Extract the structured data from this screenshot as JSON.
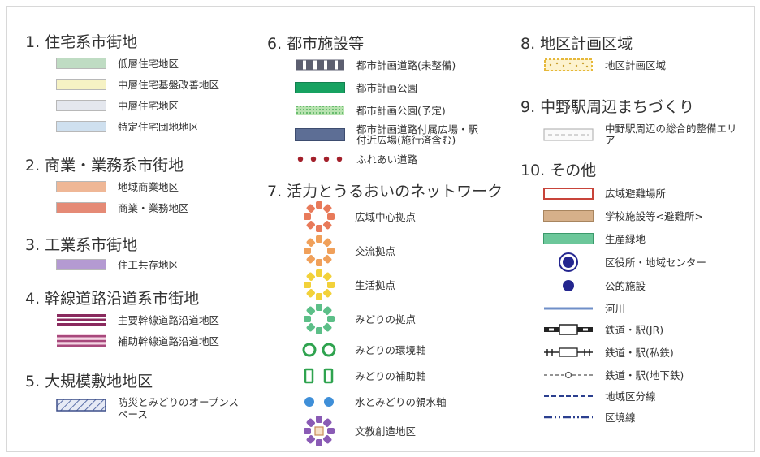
{
  "sections": {
    "s1": {
      "title": "1. 住宅系市街地",
      "items": [
        {
          "label": "低層住宅地区",
          "color": "#bfdcc3"
        },
        {
          "label": "中層住宅基盤改善地区",
          "color": "#f6f2c4"
        },
        {
          "label": "中層住宅地区",
          "color": "#e4e7ee"
        },
        {
          "label": "特定住宅団地地区",
          "color": "#cfe0ef"
        }
      ]
    },
    "s2": {
      "title": "2. 商業・業務系市街地",
      "items": [
        {
          "label": "地域商業地区",
          "color": "#efb796"
        },
        {
          "label": "商業・業務地区",
          "color": "#e58a76"
        }
      ]
    },
    "s3": {
      "title": "3. 工業系市街地",
      "items": [
        {
          "label": "住工共存地区",
          "color": "#b49ad2"
        }
      ]
    },
    "s4": {
      "title": "4. 幹線道路沿道系市街地",
      "items": [
        {
          "label": "主要幹線道路沿道地区",
          "color": "#8a2a5e"
        },
        {
          "label": "補助幹線道路沿道地区",
          "color": "#a8487c"
        }
      ]
    },
    "s5": {
      "title": "5. 大規模敷地地区",
      "items": [
        {
          "label": "防災とみどりのオープンスペース",
          "color": "#5b6fa8"
        }
      ]
    },
    "s6": {
      "title": "6. 都市施設等",
      "items": [
        {
          "label": "都市計画道路(未整備)",
          "color": "#5c5f70"
        },
        {
          "label": "都市計画公園",
          "color": "#17a261"
        },
        {
          "label": "都市計画公園(予定)",
          "color": "#8fd08a"
        },
        {
          "label": "都市計画道路付属広場・駅付近広場(施行済含む)",
          "color": "#5d6e95"
        },
        {
          "label": "ふれあい道路",
          "color": "#a3202b"
        }
      ]
    },
    "s7": {
      "title": "7. 活力とうるおいのネットワーク",
      "items": [
        {
          "label": "広域中心拠点",
          "color": "#e87a5a",
          "icon": "wide-area-center-hub-icon"
        },
        {
          "label": "交流拠点",
          "color": "#f0a05a",
          "icon": "exchange-hub-icon"
        },
        {
          "label": "生活拠点",
          "color": "#f2d13a",
          "icon": "living-hub-icon"
        },
        {
          "label": "みどりの拠点",
          "color": "#5cbf88",
          "icon": "green-hub-icon"
        },
        {
          "label": "みどりの環境軸",
          "color": "#2fa34f",
          "icon": "green-environment-axis-icon"
        },
        {
          "label": "みどりの補助軸",
          "color": "#2fa34f",
          "icon": "green-auxiliary-axis-icon"
        },
        {
          "label": "水とみどりの親水軸",
          "color": "#3f8fd8",
          "icon": "waterfront-axis-icon"
        },
        {
          "label": "文教創造地区",
          "color": "#8a5bb5",
          "icon": "education-creation-district-icon"
        }
      ]
    },
    "s8": {
      "title": "8. 地区計画区域",
      "items": [
        {
          "label": "地区計画区域",
          "color": "#f1ce55"
        }
      ]
    },
    "s9": {
      "title": "9. 中野駅周辺まちづくり",
      "items": [
        {
          "label": "中野駅周辺の総合的整備エリア",
          "color": "#b8b8b8"
        }
      ]
    },
    "s10": {
      "title": "10. その他",
      "items": [
        {
          "label": "広域避難場所",
          "color": "#c8443a"
        },
        {
          "label": "学校施設等<避難所>",
          "color": "#d6b08a"
        },
        {
          "label": "生産緑地",
          "color": "#6cc79a"
        },
        {
          "label": "区役所・地域センター",
          "color": "#24268f"
        },
        {
          "label": "公的施設",
          "color": "#24268f"
        },
        {
          "label": "河川",
          "color": "#6f8fc8"
        },
        {
          "label": "鉄道・駅(JR)",
          "color": "#222222"
        },
        {
          "label": "鉄道・駅(私鉄)",
          "color": "#222222"
        },
        {
          "label": "鉄道・駅(地下鉄)",
          "color": "#555555"
        },
        {
          "label": "地域区分線",
          "color": "#2b3f8f"
        },
        {
          "label": "区境線",
          "color": "#2b3f8f"
        }
      ]
    }
  }
}
